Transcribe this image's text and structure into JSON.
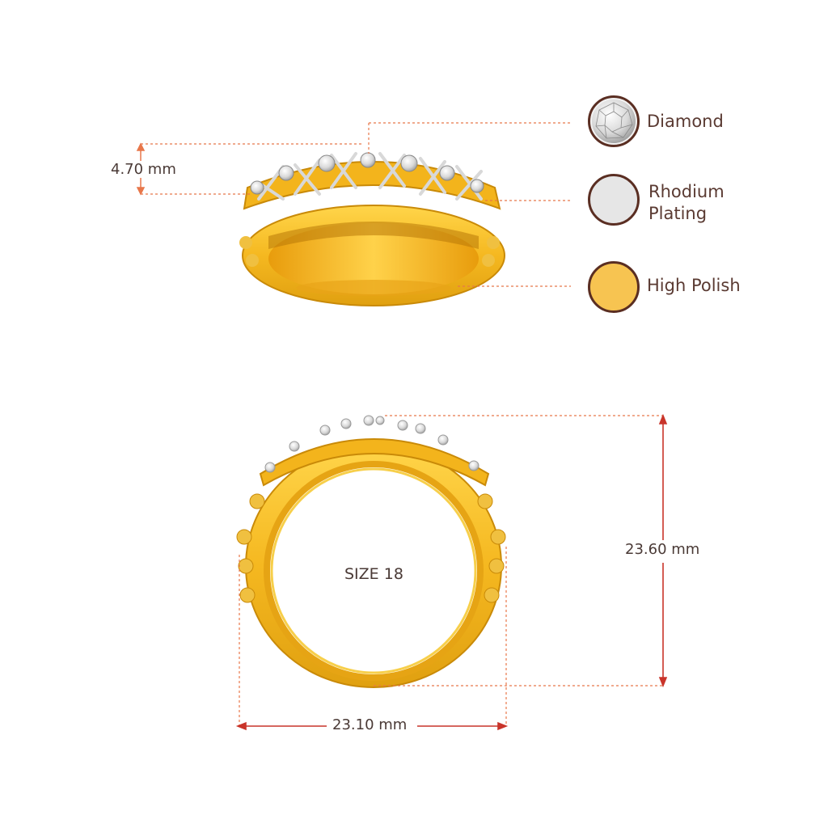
{
  "colors": {
    "gold": "#f5c12e",
    "gold_dark": "#d99a0e",
    "gold_light": "#ffe07a",
    "rhodium": "#e6e6e6",
    "high_polish": "#f7c451",
    "legend_border": "#5a2e22",
    "guide_line": "#e8774a",
    "arrow": "#c9342a",
    "text": "#5a3a32"
  },
  "dimensions": {
    "band_height": "4.70 mm",
    "ring_height": "23.60 mm",
    "ring_width": "23.10 mm"
  },
  "size_label": "SIZE 18",
  "legend": [
    {
      "label": "Diamond",
      "icon": "diamond-icon",
      "color": "#e8e8e8"
    },
    {
      "label": "Rhodium\nPlating",
      "icon": "rhodium-swatch",
      "color": "#e6e6e6"
    },
    {
      "label": "High Polish",
      "icon": "high-polish-swatch",
      "color": "#f7c451"
    }
  ]
}
